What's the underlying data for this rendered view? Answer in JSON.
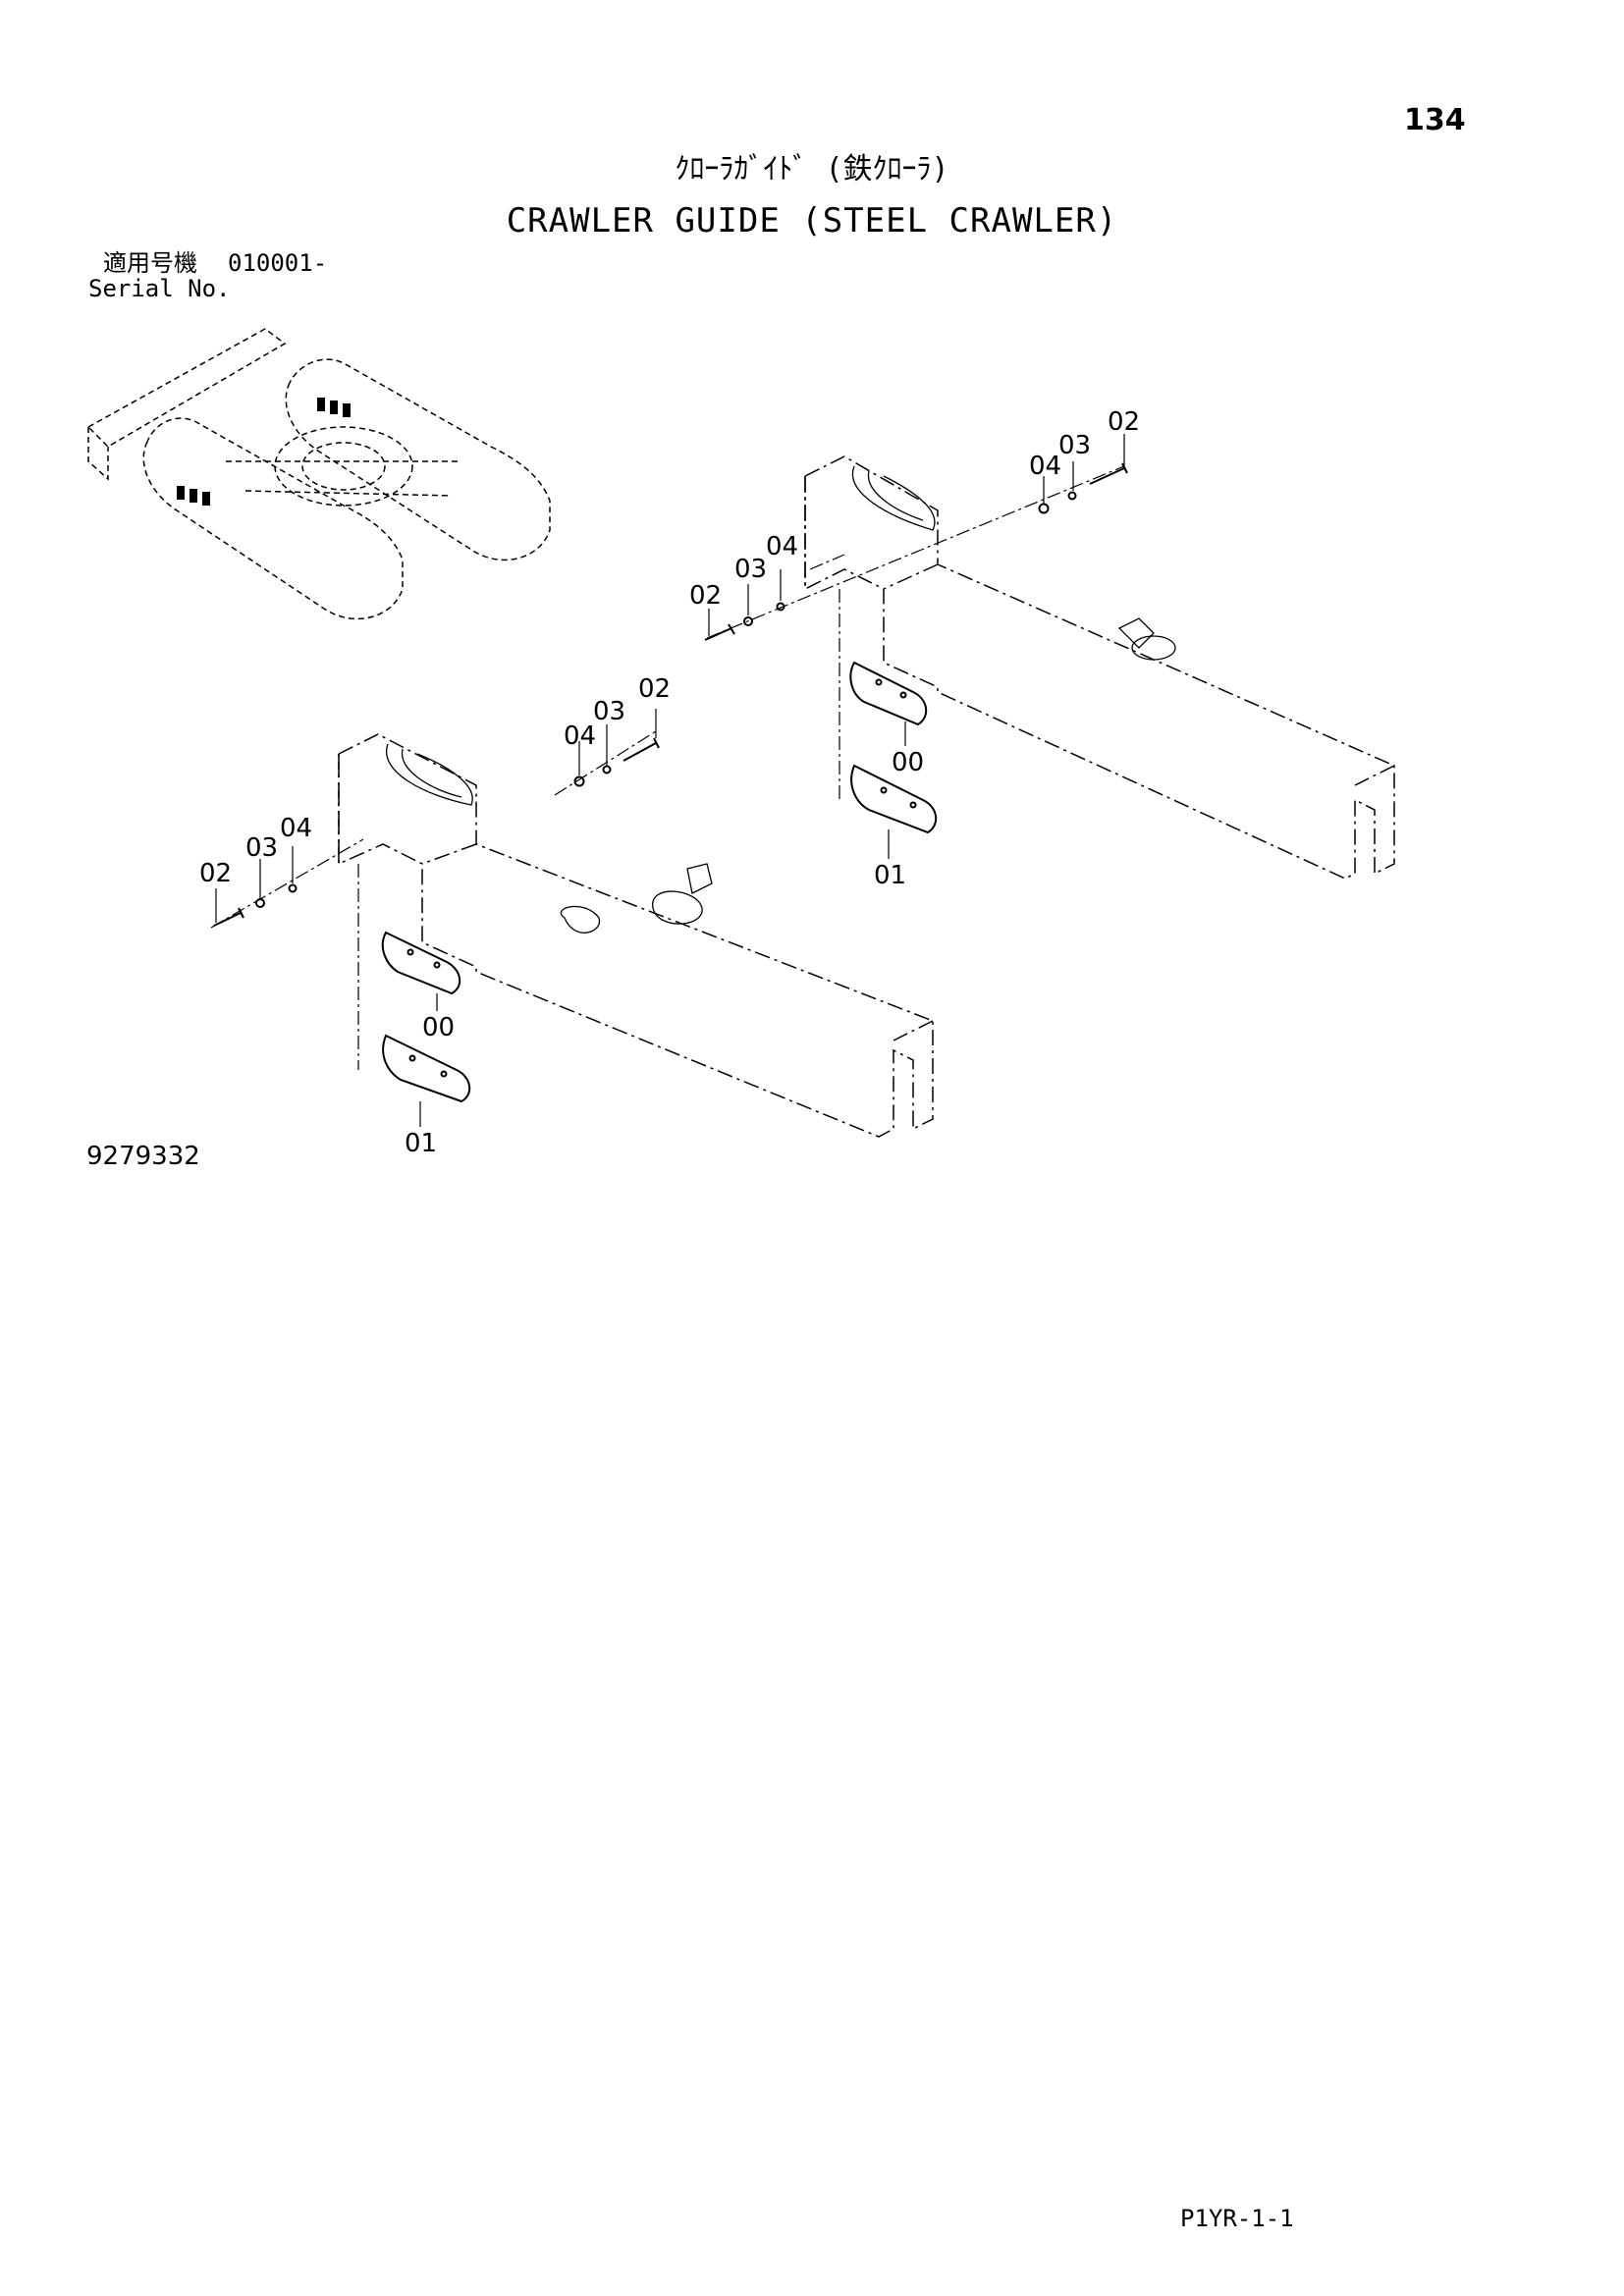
{
  "header": {
    "page_number": "134",
    "title_jp": "ｸﾛｰﾗｶﾞｲﾄﾞ (鉄ｸﾛｰﾗ)",
    "title_en": "CRAWLER GUIDE (STEEL CRAWLER)"
  },
  "serial": {
    "label_jp": "適用号機",
    "value": "010001-",
    "label_en": "Serial No."
  },
  "callouts": {
    "c00": "00",
    "c01": "01",
    "c02": "02",
    "c03": "03",
    "c04": "04"
  },
  "footer": {
    "drawing_number": "9279332",
    "code": "P1YR-1-1"
  }
}
